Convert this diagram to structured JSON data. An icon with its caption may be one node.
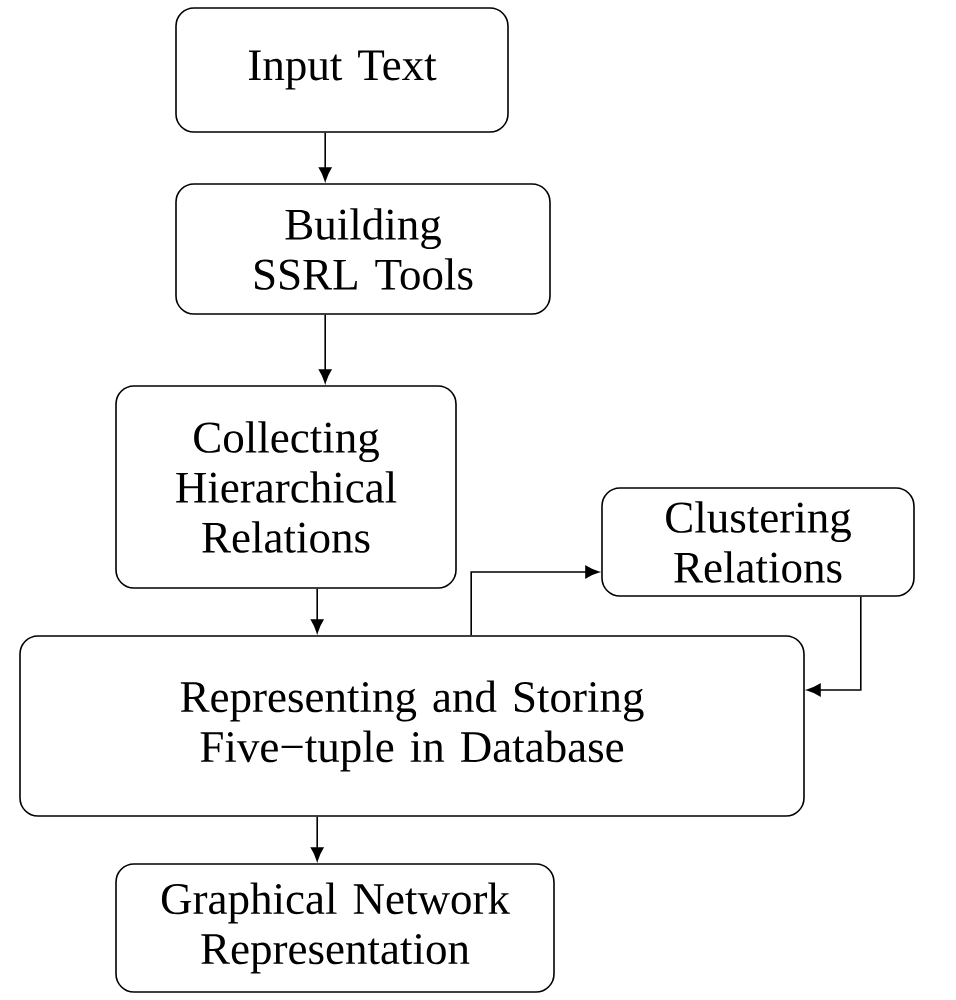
{
  "diagram": {
    "nodes": [
      {
        "text": [
          "Input Text"
        ]
      },
      {
        "text": [
          "Building SSRL Tools"
        ]
      },
      {
        "text": [
          "Collecting Hierarchical Relations"
        ]
      },
      {
        "text": [
          "Clustering Relations"
        ]
      },
      {
        "text": [
          "Representing and Storing Five−tuple in Database"
        ]
      },
      {
        "text": [
          "Graphical Network Representation"
        ]
      }
    ],
    "edges": [
      {
        "from": 0,
        "to": 1,
        "arrow": "to"
      },
      {
        "from": 1,
        "to": 2,
        "arrow": "to"
      },
      {
        "from": 2,
        "to": 4,
        "arrow": "to"
      },
      {
        "from": 4,
        "to": 3,
        "arrow": "to"
      },
      {
        "from": 3,
        "to": 4,
        "arrow": "to"
      },
      {
        "from": 4,
        "to": 5,
        "arrow": "to"
      }
    ]
  }
}
